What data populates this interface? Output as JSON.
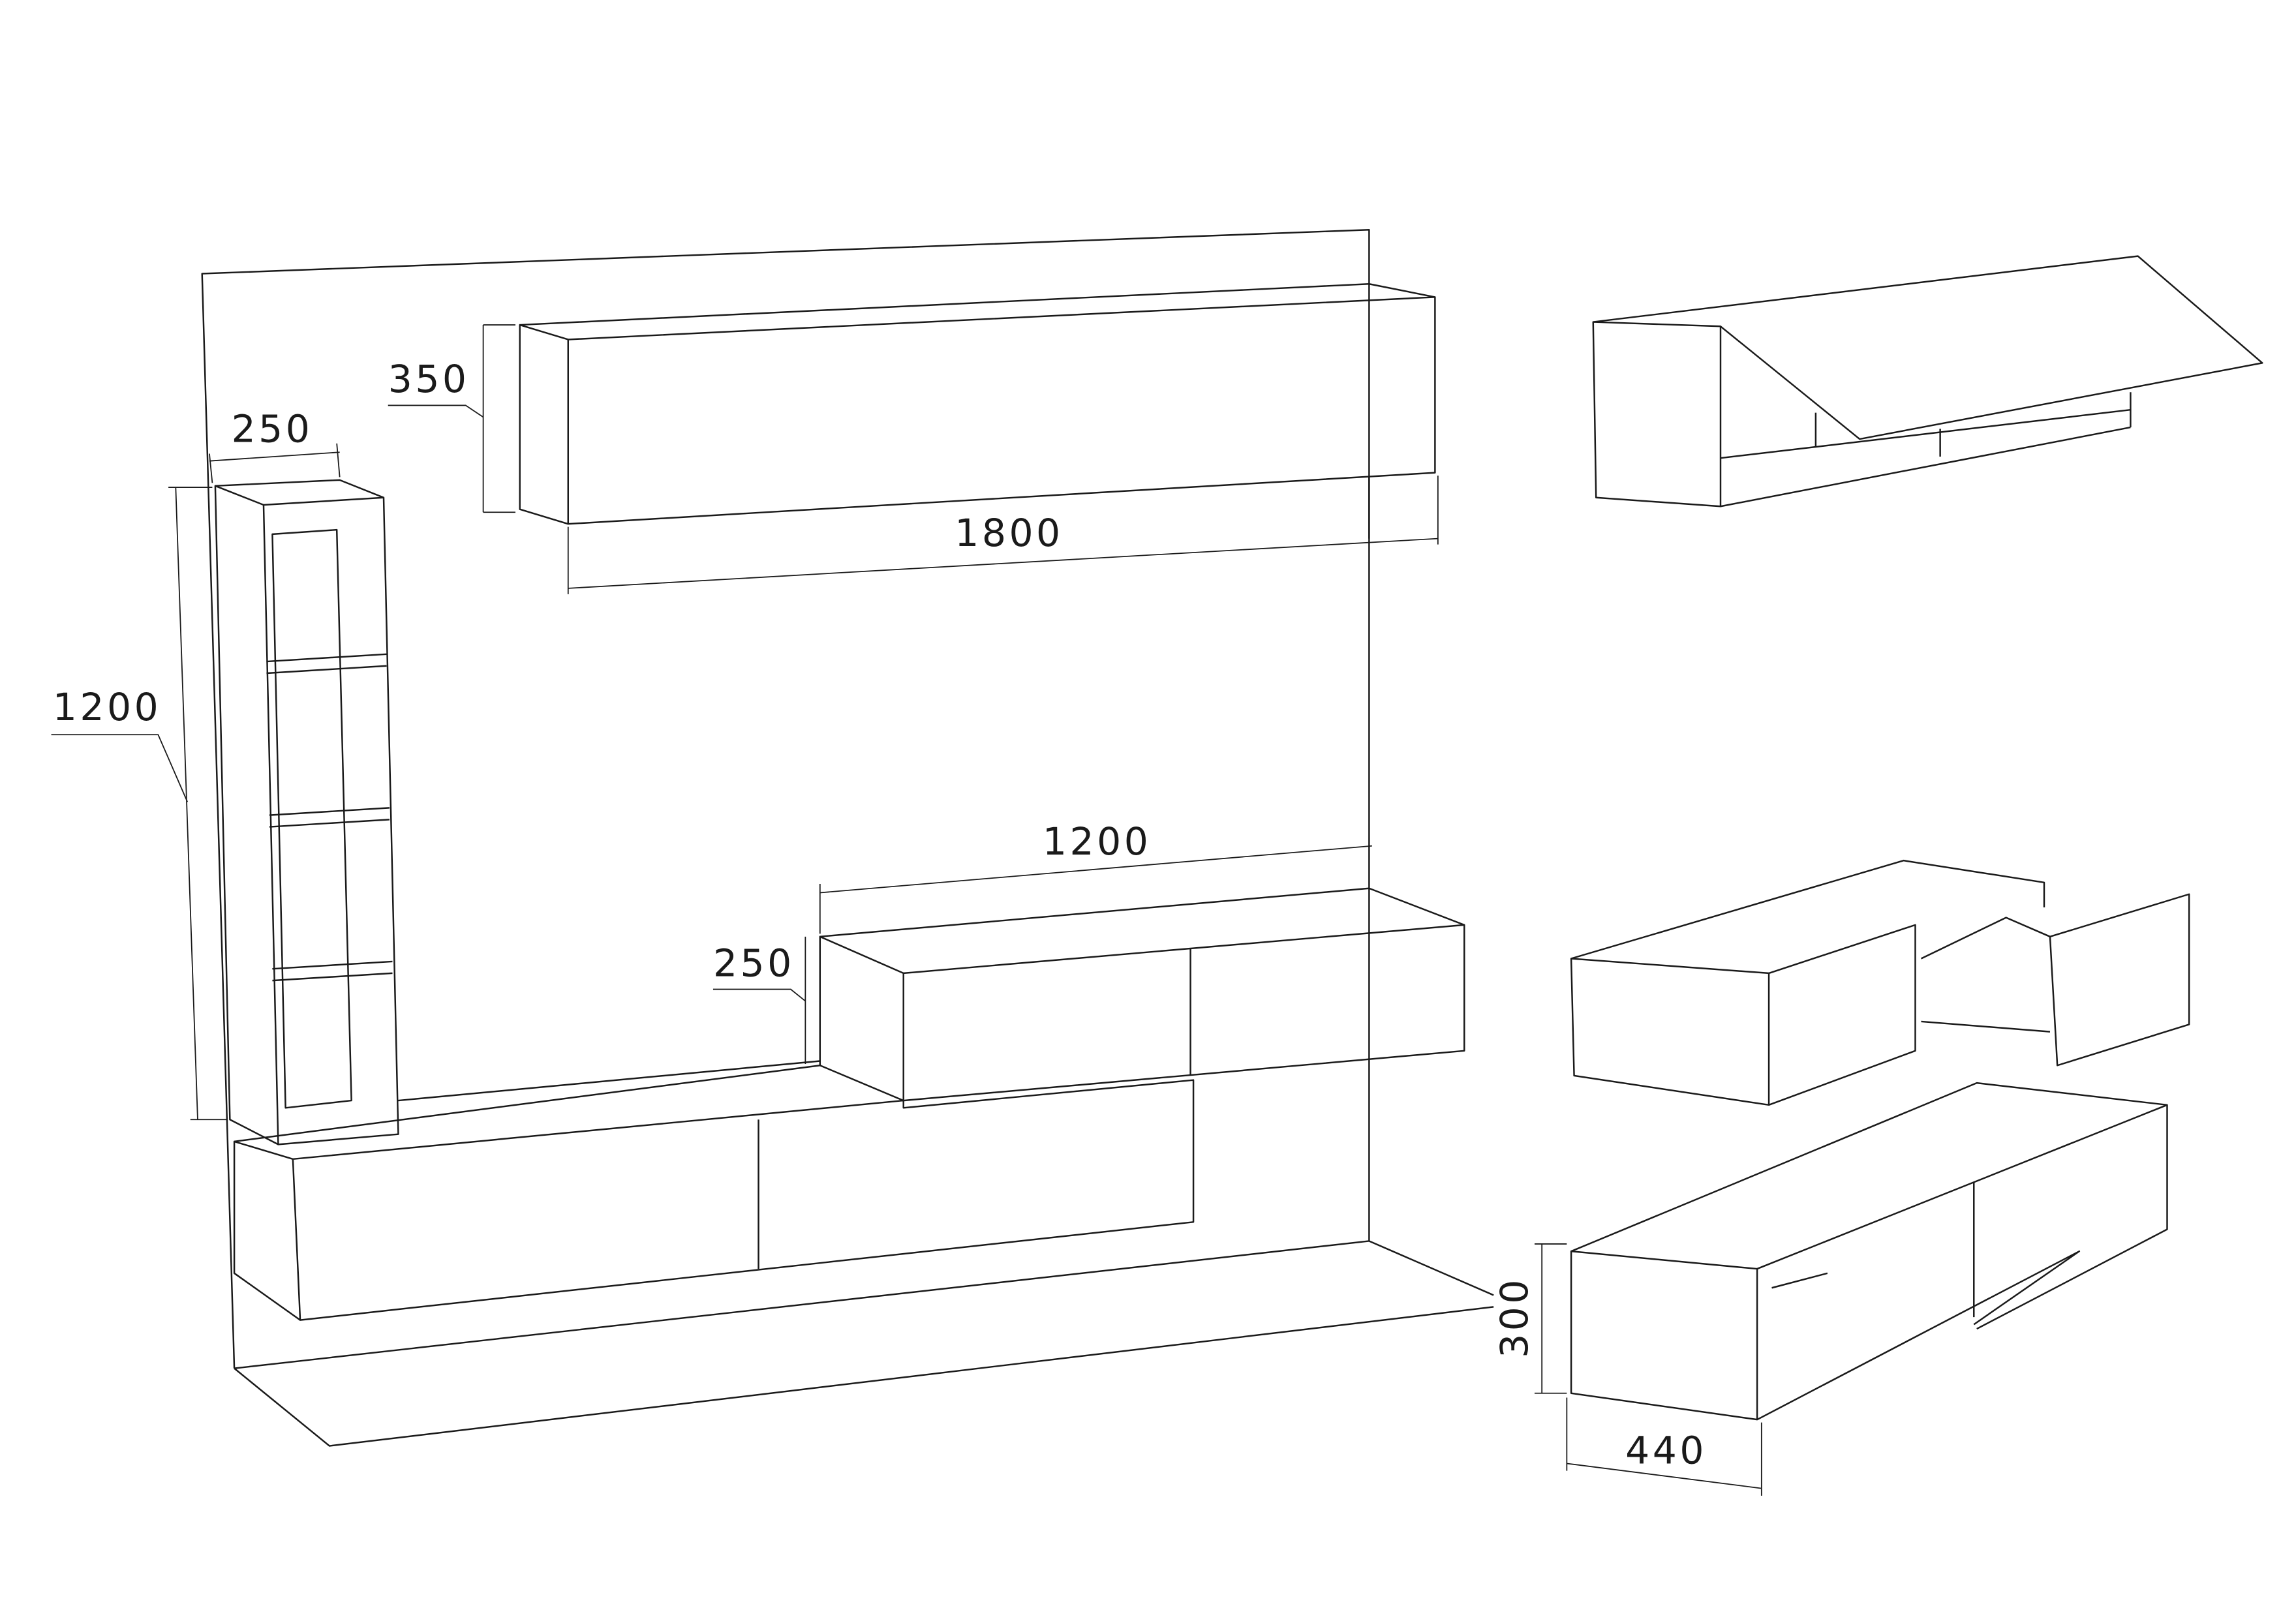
{
  "drawing": {
    "title": "TV wall unit assembly dimensions",
    "dimensions": {
      "top_cabinet_height": "350",
      "top_cabinet_width": "1800",
      "shelf_width": "250",
      "shelf_height": "1200",
      "mid_cabinet_width": "1200",
      "mid_cabinet_height": "250",
      "low_cabinet_height": "300",
      "low_cabinet_depth": "440"
    },
    "colors": {
      "line": "#1a1a1a",
      "background": "#ffffff"
    }
  }
}
